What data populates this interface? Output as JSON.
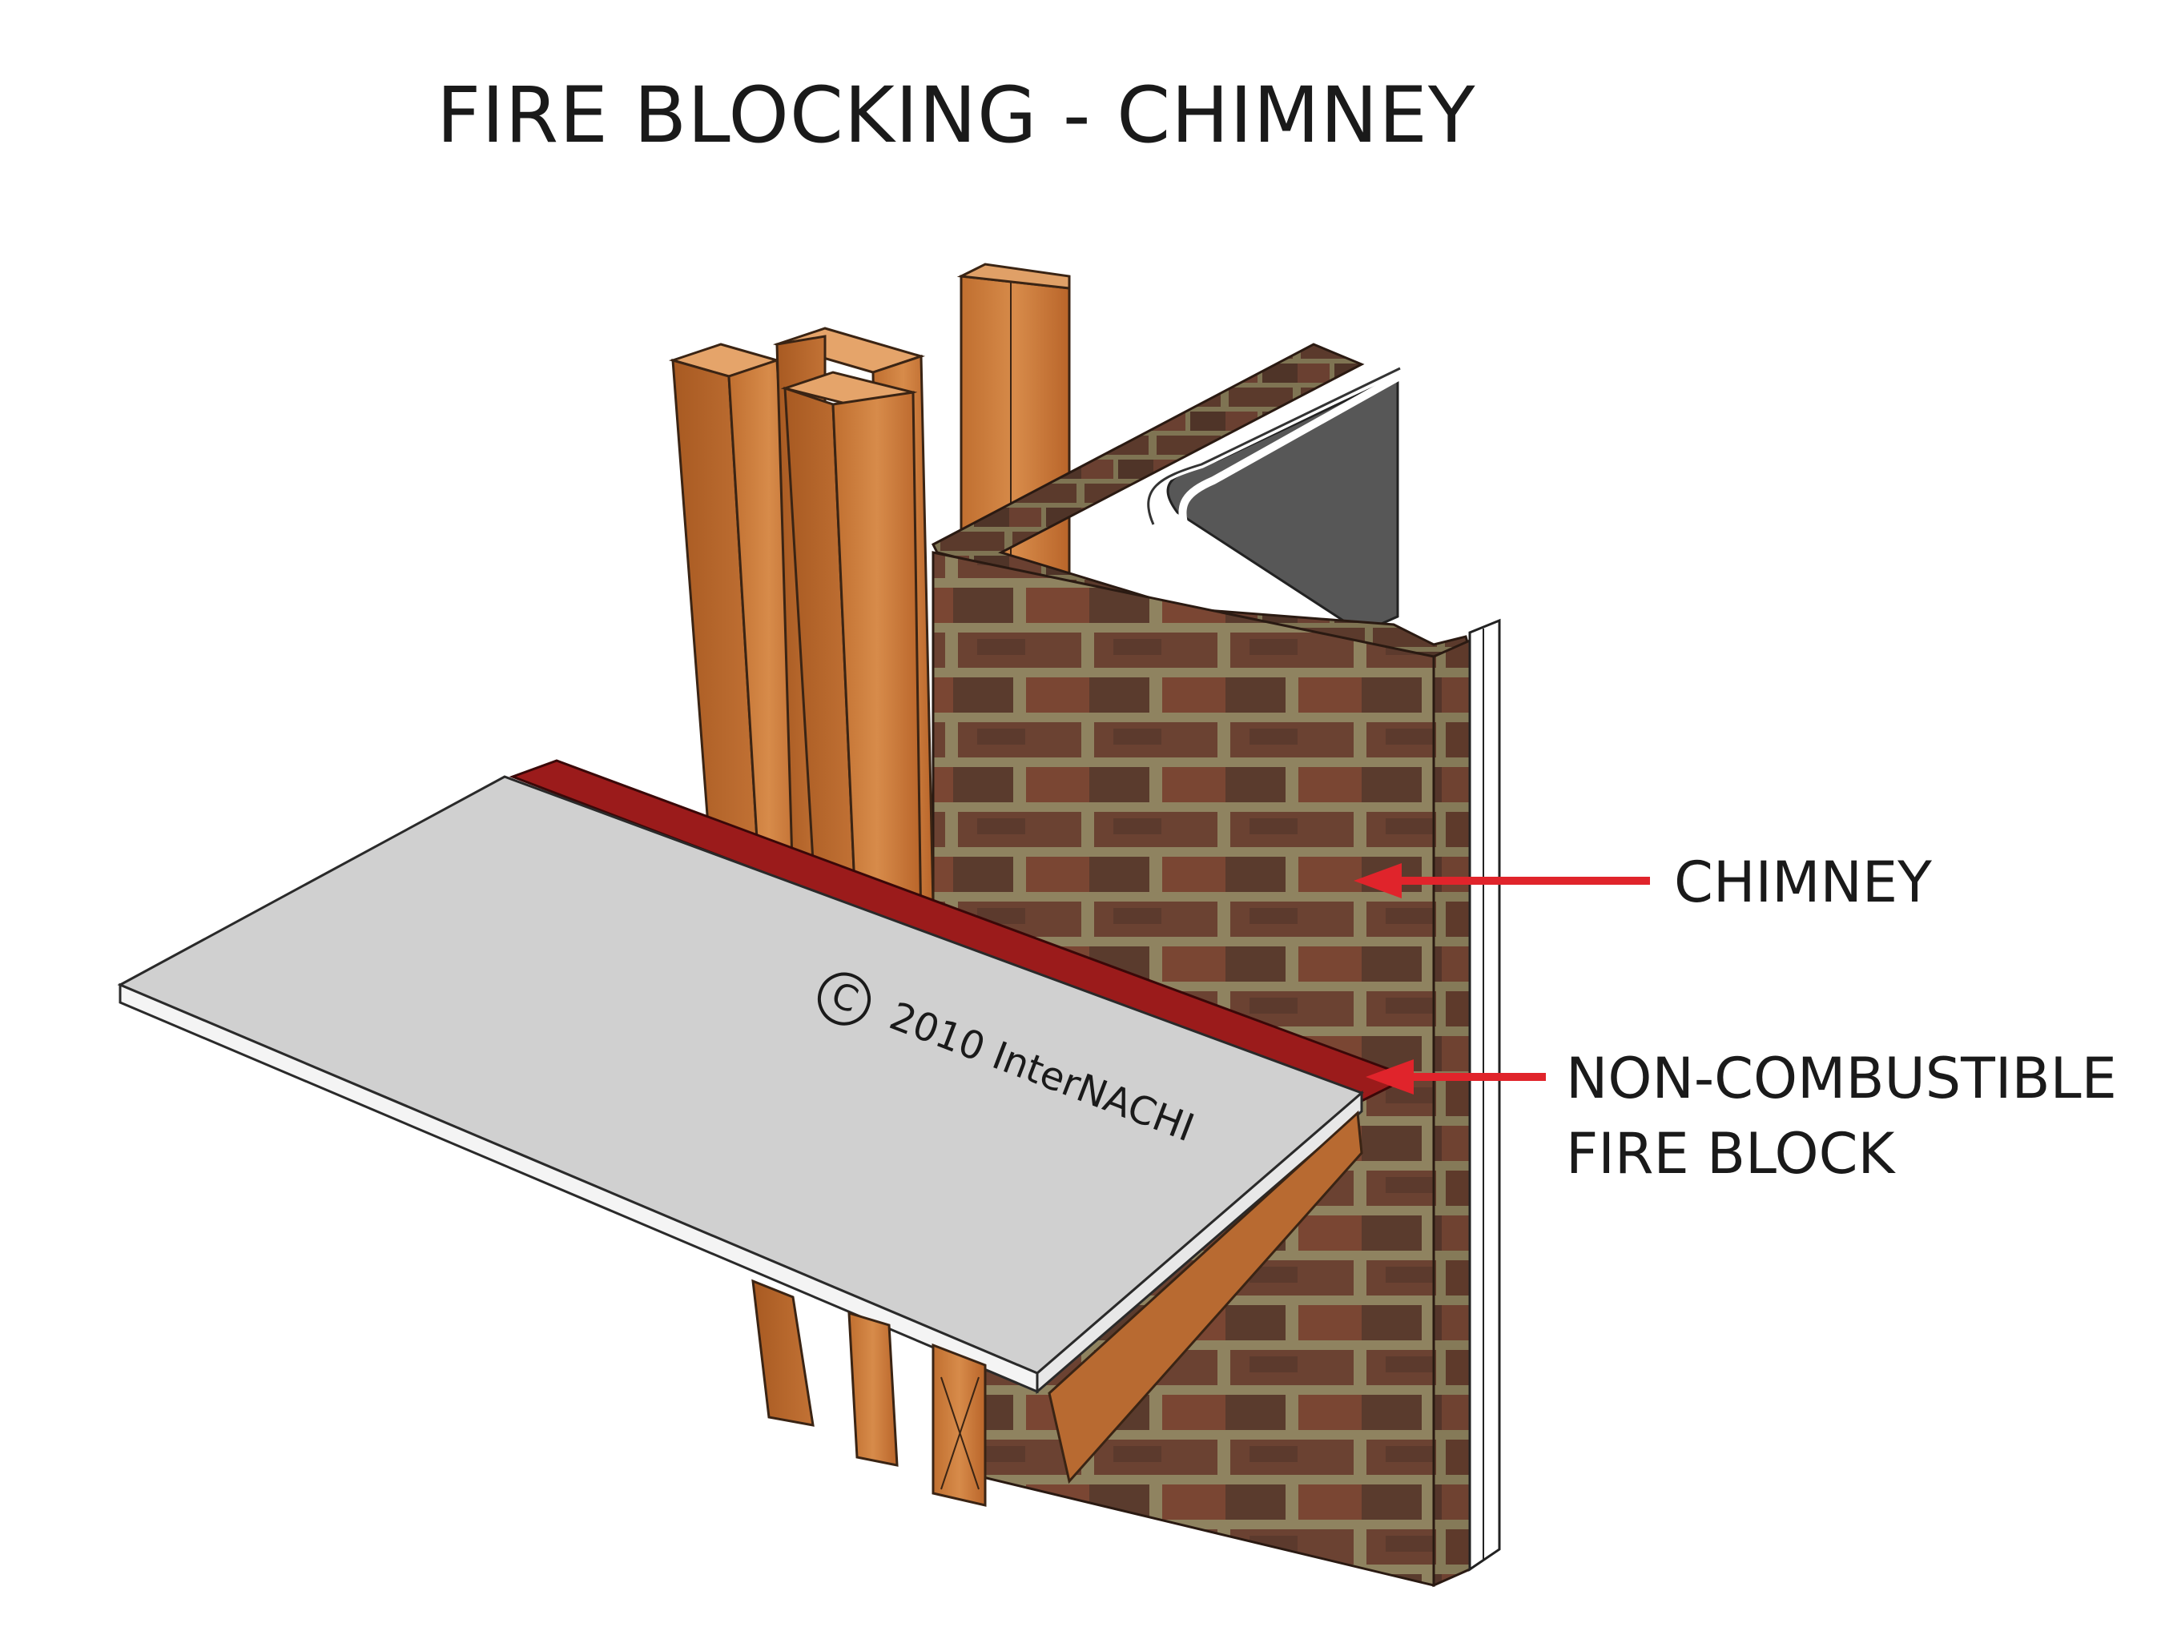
{
  "title": "FIRE BLOCKING - CHIMNEY",
  "labels": {
    "chimney": "CHIMNEY",
    "fire_block_line1": "NON-COMBUSTIBLE",
    "fire_block_line2": "FIRE BLOCK"
  },
  "copyright": {
    "symbol": "C",
    "text": "2010  InterNACHI"
  },
  "colors": {
    "wood": "#c8783a",
    "brick": "#6b4a35",
    "mortar": "#8f8360",
    "flue_liner": "#555555",
    "fire_block": "#9b1b1b",
    "subfloor": "#cfcfcf",
    "arrow": "#e0242b"
  }
}
